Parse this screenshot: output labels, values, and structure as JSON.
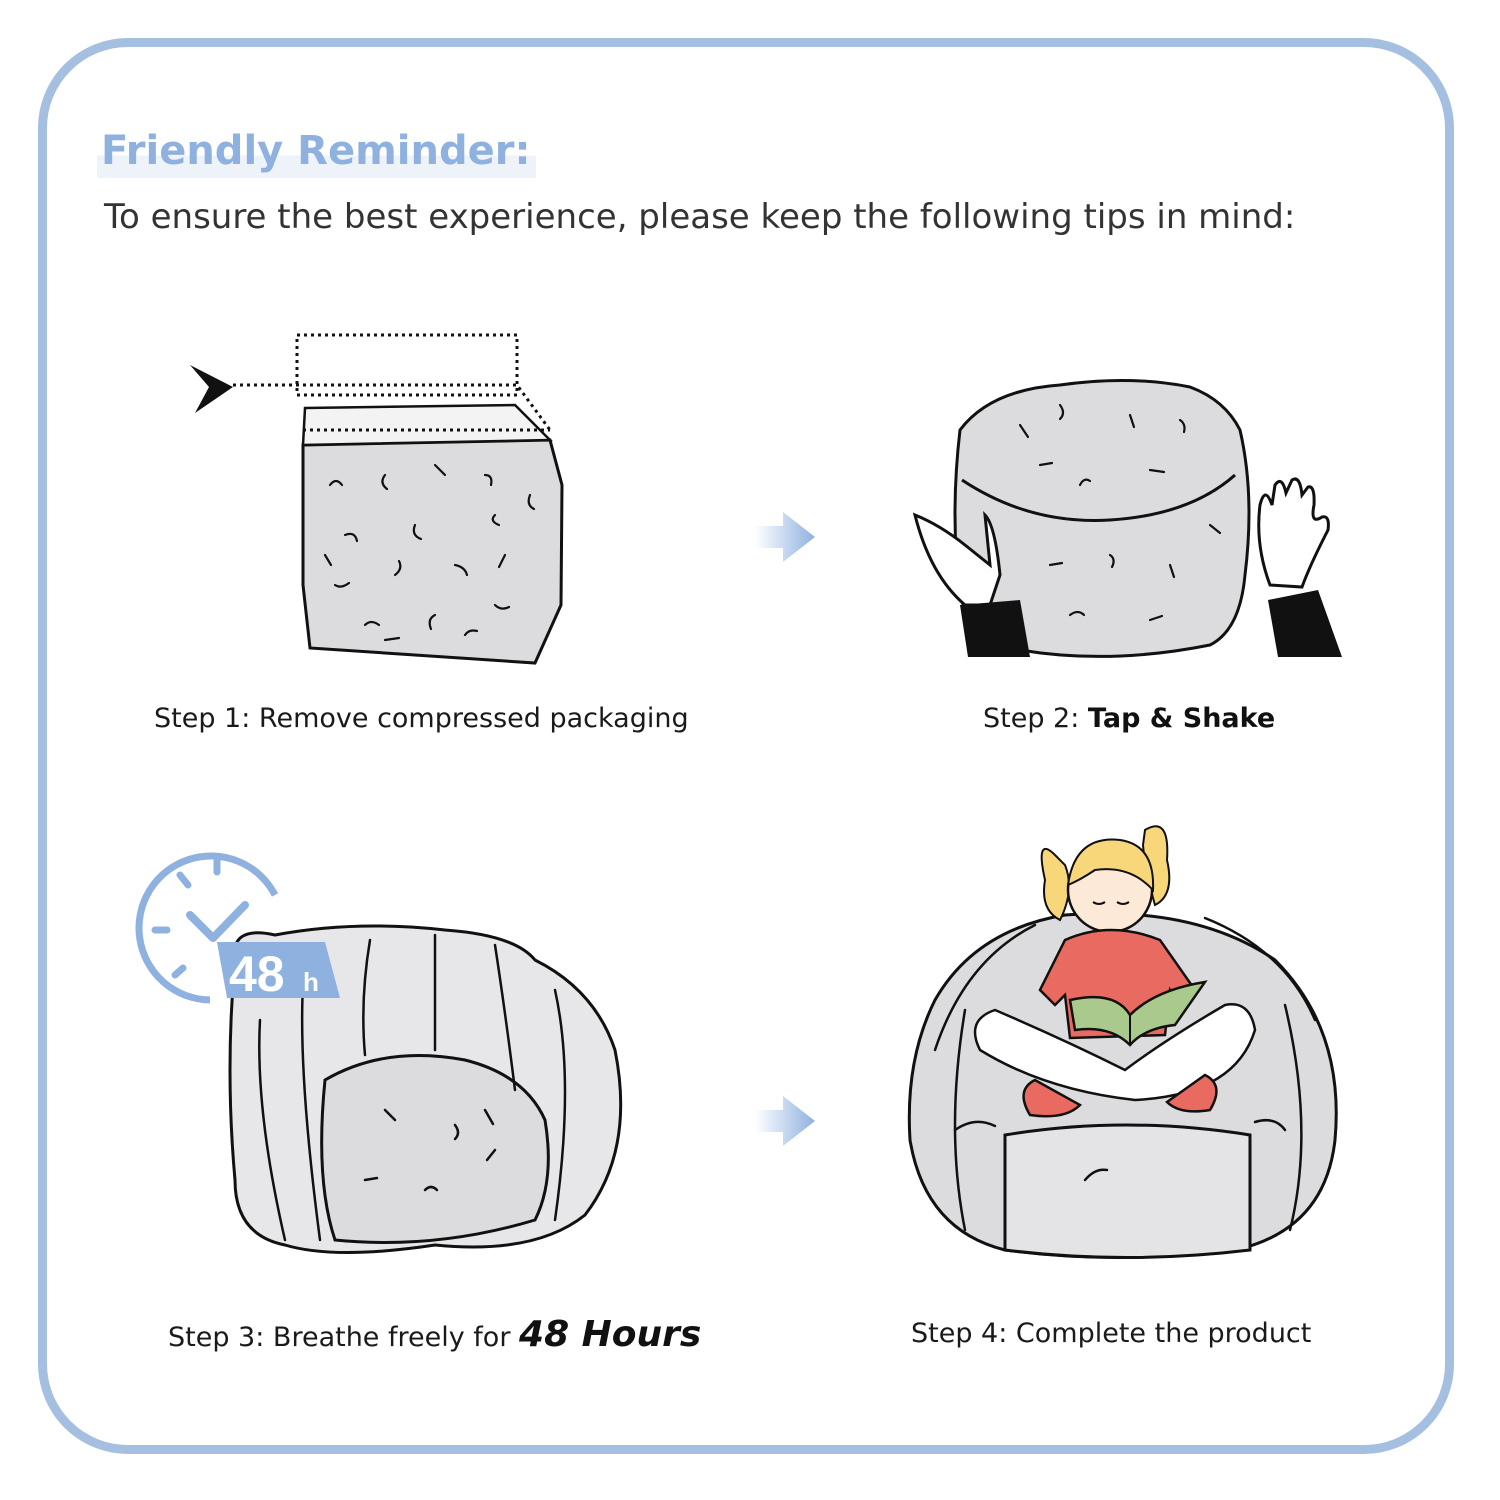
{
  "header": {
    "title": "Friendly Reminder:",
    "subtitle": "To ensure the best experience, please keep the following tips in mind:"
  },
  "steps": [
    {
      "prefix": "Step 1: ",
      "text": "Remove compressed packaging",
      "emphasis": ""
    },
    {
      "prefix": "Step 2: ",
      "text": "",
      "emphasis": "Tap & Shake"
    },
    {
      "prefix": "Step 3: ",
      "text": "Breathe freely for ",
      "emphasis": "48 Hours"
    },
    {
      "prefix": "Step 4: ",
      "text": "Complete the product",
      "emphasis": ""
    }
  ],
  "timer_badge": {
    "number": "48",
    "unit": "h"
  },
  "colors": {
    "accent": "#8fb1e0",
    "frame": "#a5bfe0",
    "fabric": "#dcdbdd",
    "shirt": "#e86a60",
    "hair": "#f8d77a",
    "book": "#a9c98d"
  }
}
